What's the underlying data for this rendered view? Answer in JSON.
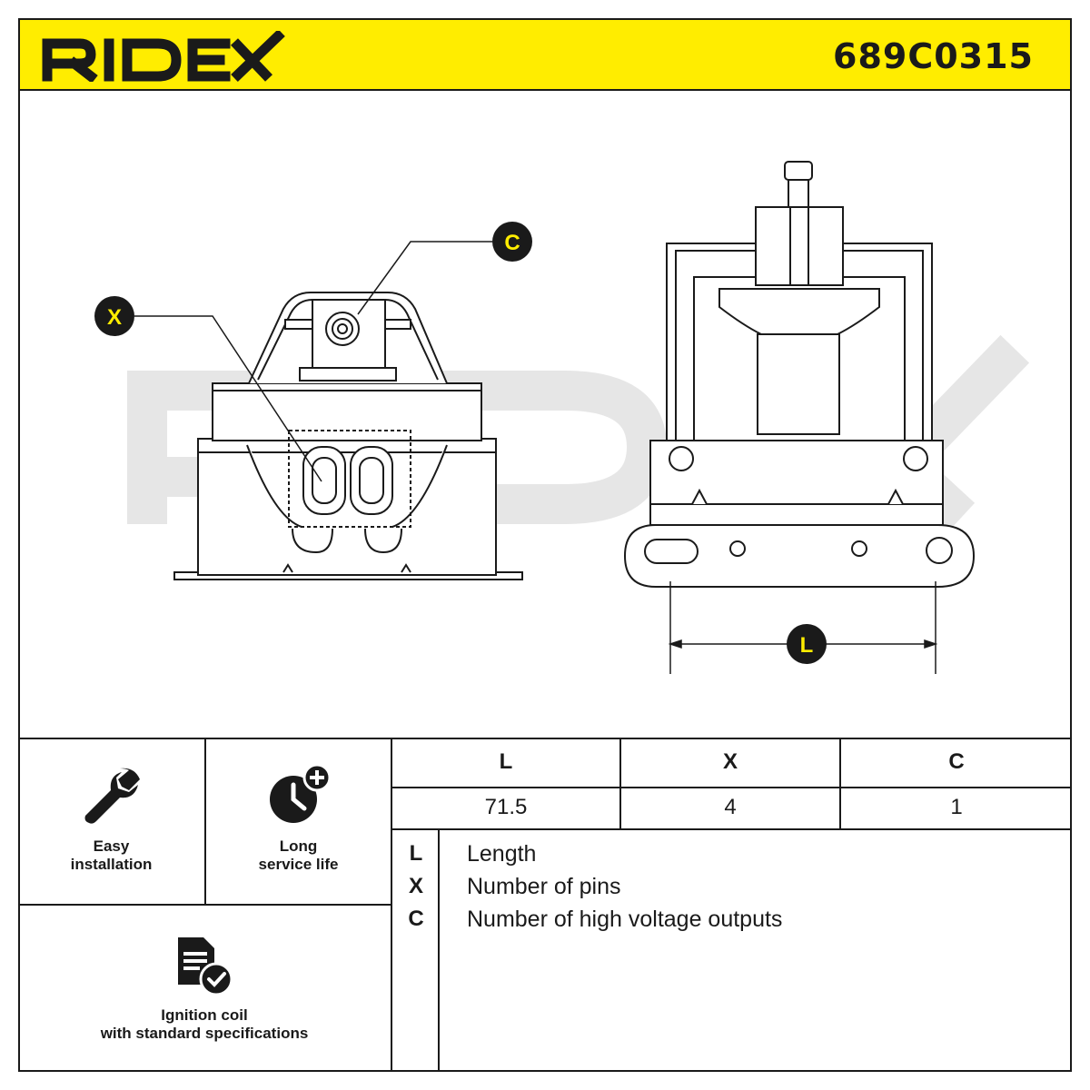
{
  "brand": {
    "name": "RIDEX",
    "color": "#ffed00",
    "ink": "#1a1a1a"
  },
  "header": {
    "part_number": "689C0315"
  },
  "callouts": {
    "c": "C",
    "x": "X",
    "l": "L"
  },
  "features": [
    {
      "icon": "wrench-icon",
      "line1": "Easy",
      "line2": "installation"
    },
    {
      "icon": "clock-plus-icon",
      "line1": "Long",
      "line2": "service life"
    },
    {
      "icon": "document-check-icon",
      "line1": "Ignition coil",
      "line2": "with standard specifications"
    }
  ],
  "spec_table": {
    "headers": [
      "L",
      "X",
      "C"
    ],
    "values": [
      "71.5",
      "4",
      "1"
    ]
  },
  "legend": [
    {
      "key": "L",
      "label": "Length"
    },
    {
      "key": "X",
      "label": "Number of pins"
    },
    {
      "key": "C",
      "label": "Number of high voltage outputs"
    }
  ]
}
